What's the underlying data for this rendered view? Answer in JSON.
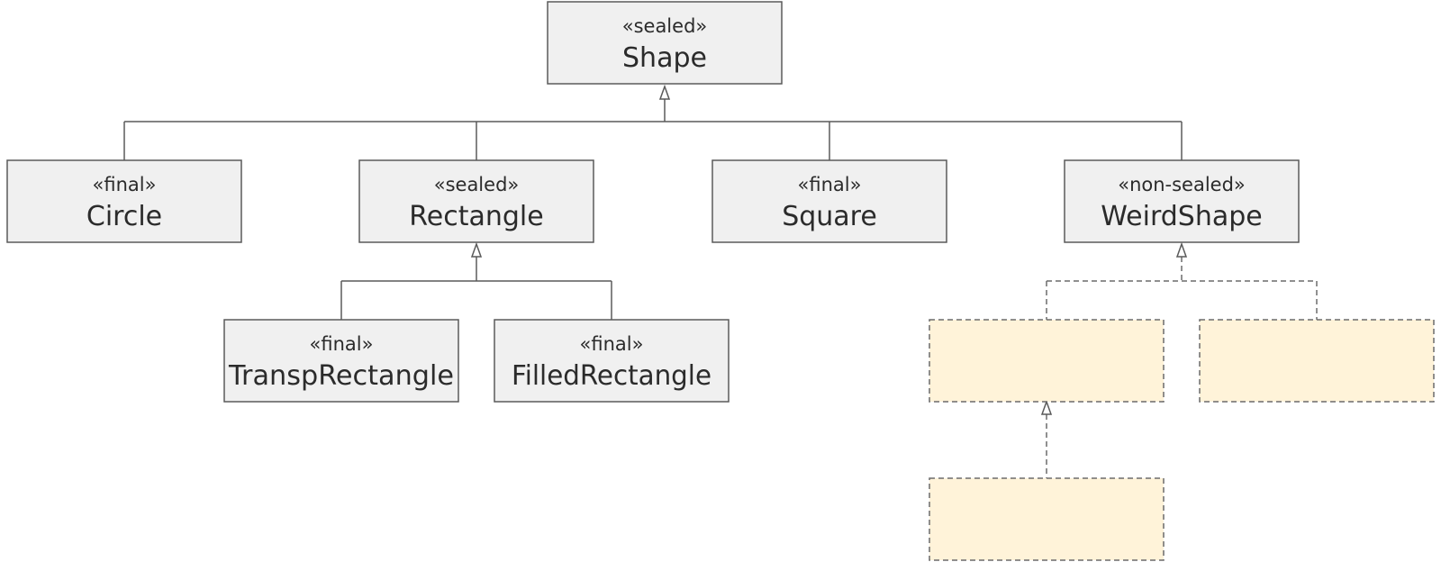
{
  "classes": {
    "shape": {
      "stereotype": "«sealed»",
      "name": "Shape"
    },
    "circle": {
      "stereotype": "«final»",
      "name": "Circle"
    },
    "rectangle": {
      "stereotype": "«sealed»",
      "name": "Rectangle"
    },
    "square": {
      "stereotype": "«final»",
      "name": "Square"
    },
    "weirdshape": {
      "stereotype": "«non-sealed»",
      "name": "WeirdShape"
    },
    "transprectangle": {
      "stereotype": "«final»",
      "name": "TranspRectangle"
    },
    "filledrectangle": {
      "stereotype": "«final»",
      "name": "FilledRectangle"
    }
  },
  "colors": {
    "box_fill": "#f0f0f0",
    "box_stroke": "#5a5a5a",
    "open_subclass_fill": "#fff3d9",
    "text": "#2b2b2b"
  }
}
